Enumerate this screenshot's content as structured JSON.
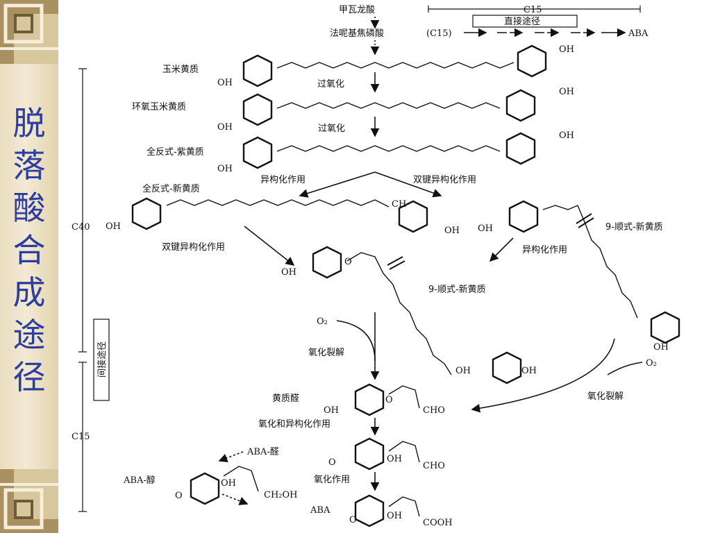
{
  "slide_title": [
    "脱",
    "落",
    "酸",
    "合",
    "成",
    "途",
    "径"
  ],
  "top": {
    "mevalonic": "甲瓦龙酸",
    "fpp": "法呢基焦磷酸",
    "fpp_c15": "(C15)",
    "c15_top": "C15",
    "direct_path": "直接途径",
    "aba_top": "ABA"
  },
  "compounds": {
    "zeaxanthin": "玉米黄质",
    "epoxy_zea": "环氧玉米黄质",
    "violaxanthin": "全反式-紫黄质",
    "neoxanthin_trans": "全反式-新黄质",
    "neo_cis_right": "9-顺式-新黄质",
    "neo_cis_center": "9-顺式-新黄质",
    "xanthoxal": "黄质醛",
    "aba": "ABA",
    "aba_aldehyde": "ABA-醛",
    "aba_alcohol": "ABA-醇"
  },
  "reactions": {
    "perox1": "过氧化",
    "perox2": "过氧化",
    "isomer_left": "异构化作用",
    "isomer_right_db": "双键异构化作用",
    "db_isomer_lower": "双键异构化作用",
    "isomer_lower_right": "异构化作用",
    "oxcleave_left": "氧化裂解",
    "oxcleave_right": "氧化裂解",
    "ox_isomer": "氧化和异构化作用",
    "oxidation": "氧化作用",
    "o2_left": "O₂",
    "o2_right": "O₂"
  },
  "groups": {
    "oh": "OH",
    "ch": "CH",
    "o": "O",
    "cho": "CHO",
    "cooh": "COOH",
    "ch2oh": "CH₂OH"
  },
  "side_scale": {
    "c40": "C40",
    "c15": "C15",
    "indirect": "间接途径"
  }
}
